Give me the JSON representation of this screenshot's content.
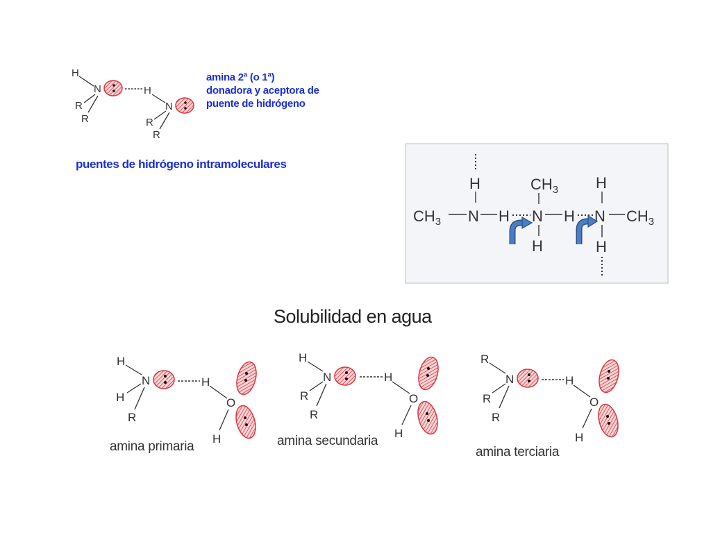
{
  "top_caption": {
    "line1": "amina 2ª (o 1ª)",
    "line2": "donadora y aceptora de",
    "line3": "puente de hidrógeno"
  },
  "intramolecular_caption": "puentes de hidrógeno intramoleculares",
  "section_title": "Solubilidad en agua",
  "amine_labels": {
    "primary": "amina primaria",
    "secondary": "amina secundaria",
    "tertiary": "amina terciaria"
  },
  "atoms": {
    "H": "H",
    "N": "N",
    "R": "R",
    "O": "O",
    "CH3": "CH",
    "sub3": "3"
  },
  "colors": {
    "caption_blue": "#1a2fd6",
    "lone_pair_red": "#d9363e",
    "arrow_blue": "#3f6fb5"
  }
}
